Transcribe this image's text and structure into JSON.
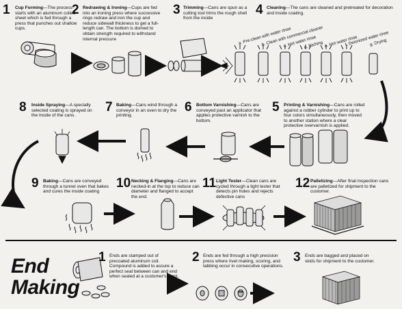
{
  "can_making": {
    "steps": [
      {
        "num": "1",
        "title": "Cup Forming",
        "text": "The process starts with an aluminum coiled sheet which is fed through a press that punches out shallow cups."
      },
      {
        "num": "2",
        "title": "Redrawing & Ironing",
        "text": "Cups are fed into an ironing press where successive rings redraw and iron the cup and reduce sidewall thickness to get a full-length can. The bottom is domed to obtain strength required to withstand internal pressure"
      },
      {
        "num": "3",
        "title": "Trimming",
        "text": "Cans are spun as a cutting tool trims the rough shell from the inside"
      },
      {
        "num": "4",
        "title": "Cleaning",
        "text": "The cans are cleaned and pretreated for decoration and inside coating."
      },
      {
        "num": "5",
        "title": "Printing & Varnishing",
        "text": "Cans are rolled against a rubber cylinder to print up to four colors simultaneously, then moved to another station where a clear protective overvarnish is applied."
      },
      {
        "num": "6",
        "title": "Bottom Varnishing",
        "text": "Cans are conveyed past an applicator that applies protective varnish to the bottom."
      },
      {
        "num": "7",
        "title": "Baking",
        "text": "Cans wind through a conveyor in an oven to dry the printing."
      },
      {
        "num": "8",
        "title": "Inside Spraying",
        "text": "A specially selected coating is sprayed on the inside of the cans."
      },
      {
        "num": "9",
        "title": "Baking",
        "text": "Cans are conveyed through a tunnel oven that bakes and cures the inside coating"
      },
      {
        "num": "10",
        "title": "Necking & Flanging",
        "text": "Cans are necked-in at the top to reduce can diameter and flanged to accept the end."
      },
      {
        "num": "11",
        "title": "Light Tester",
        "text": "Clean cans are cycled through a light tester that detects pin holes and rejects defective cans"
      },
      {
        "num": "12",
        "title": "Palletizing",
        "text": "After final inspection cans are palletized for shipment to the customer."
      }
    ],
    "cleaning_stages": [
      "a. Pre-clean with water rinse",
      "b. Clean with commercial cleaner",
      "c. Hot water rinse",
      "d. Etching",
      "e. Hot water rinse",
      "f. Deionized water rinse",
      "g. Drying"
    ]
  },
  "end_making": {
    "title_line1": "End",
    "title_line2": "Making",
    "steps": [
      {
        "num": "1",
        "text": "Ends are stamped out of precoated aluminum coil. Compound is added to assure a perfect seal between can and end when sealed at a customer's plant."
      },
      {
        "num": "2",
        "text": "Ends are fed through a high precision press where rivet making, scoring, and tabbing occur in consecutive operations."
      },
      {
        "num": "3",
        "text": "Ends are bagged and placed on skids for shipment to the customer."
      }
    ]
  },
  "icons": [
    "coil-icon",
    "cup-icon",
    "can-icon",
    "spray-nozzle-icon",
    "oven-heat-icon",
    "pallet-icon",
    "end-lid-icon",
    "arrow-icon"
  ]
}
